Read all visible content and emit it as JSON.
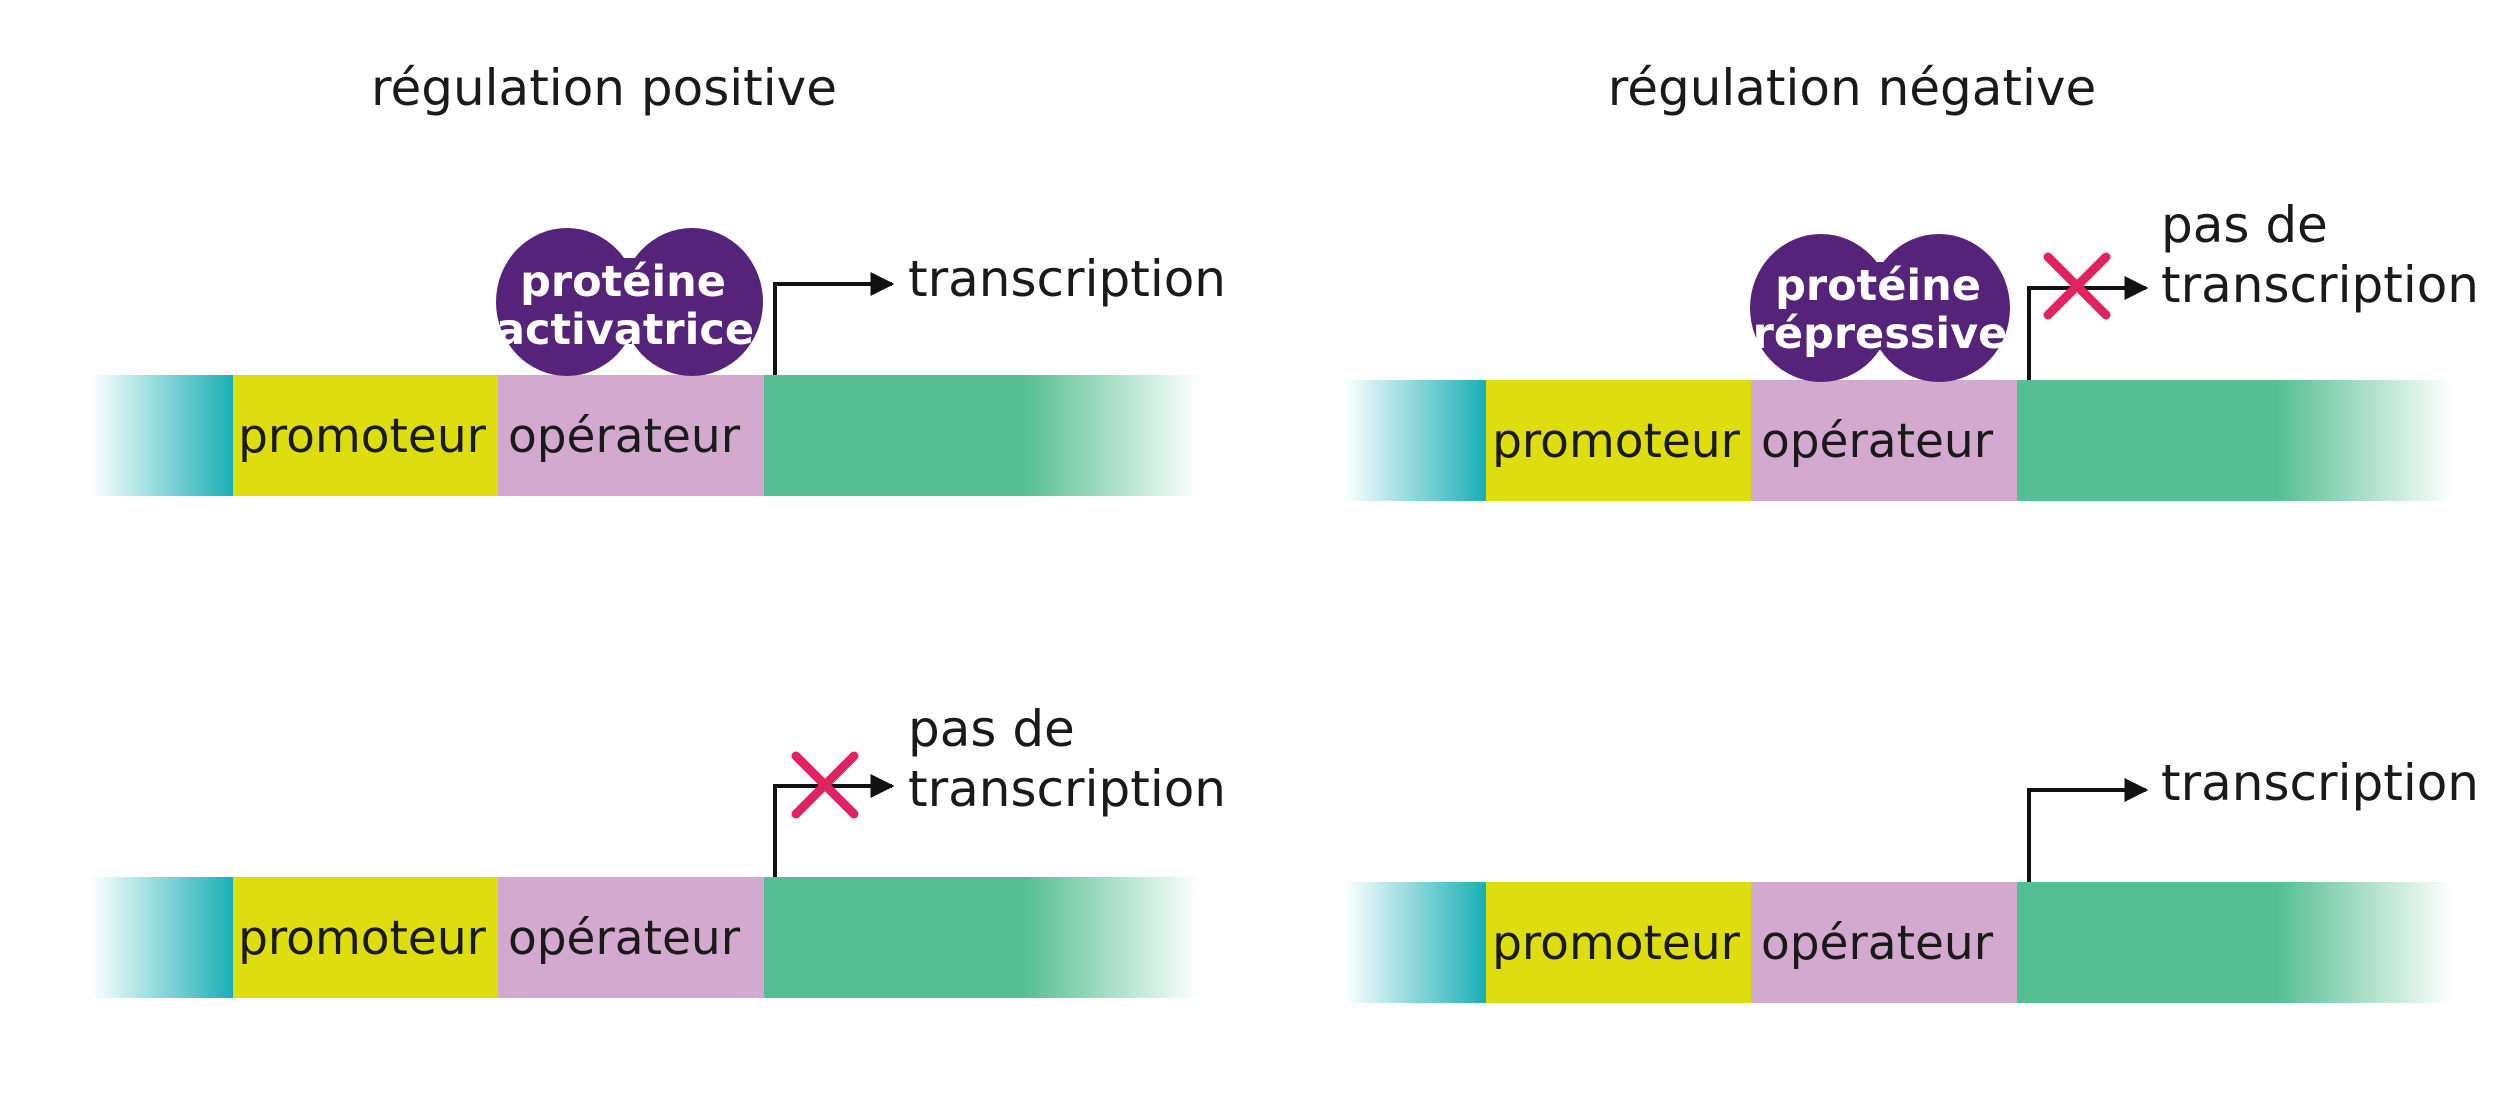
{
  "panels": {
    "positive": {
      "title": "régulation positive",
      "top": {
        "promoter_label": "promoteur",
        "operator_label": "opérateur",
        "protein": {
          "line1": "protéine",
          "line2": "activatrice"
        },
        "outcome": {
          "line1": "transcription",
          "line2": ""
        }
      },
      "bottom": {
        "promoter_label": "promoteur",
        "operator_label": "opérateur",
        "outcome": {
          "line1": "pas de",
          "line2": "transcription"
        }
      }
    },
    "negative": {
      "title": "régulation négative",
      "top": {
        "promoter_label": "promoteur",
        "operator_label": "opérateur",
        "protein": {
          "line1": "protéine",
          "line2": "répressive"
        },
        "outcome": {
          "line1": "pas de",
          "line2": "transcription"
        }
      },
      "bottom": {
        "promoter_label": "promoteur",
        "operator_label": "opérateur",
        "outcome": {
          "line1": "transcription",
          "line2": ""
        }
      }
    }
  },
  "colors": {
    "teal": "#1aafb6",
    "promoter": "#dddd10",
    "operator": "#d4a9cf",
    "gene": "#55bf93",
    "protein": "#55237a",
    "cross": "#e0225e",
    "arrow": "#111111"
  }
}
